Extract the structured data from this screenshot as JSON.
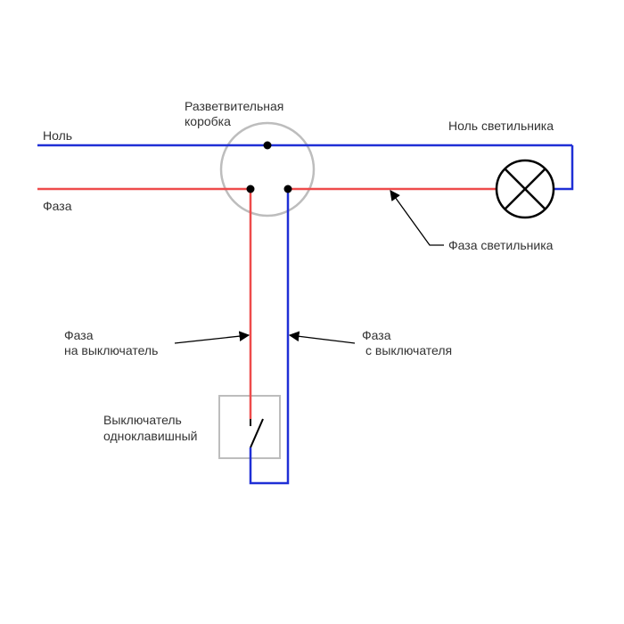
{
  "labels": {
    "neutral": "Ноль",
    "phase": "Фаза",
    "junction_box_line1": "Разветвительная",
    "junction_box_line2": "коробка",
    "lamp_neutral": "Ноль светильника",
    "lamp_phase": "Фаза светильника",
    "phase_to_switch_line1": "Фаза",
    "phase_to_switch_line2": "на выключатель",
    "phase_from_switch_line1": "Фаза",
    "phase_from_switch_line2": "с выключателя",
    "switch_line1": "Выключатель",
    "switch_line2": "одноклавишный"
  },
  "colors": {
    "neutral_wire": "#1f2fd6",
    "phase_wire": "#ee4b4b",
    "outline": "#bdbdbd",
    "text": "#333333",
    "lamp": "#000000",
    "node": "#000000"
  }
}
